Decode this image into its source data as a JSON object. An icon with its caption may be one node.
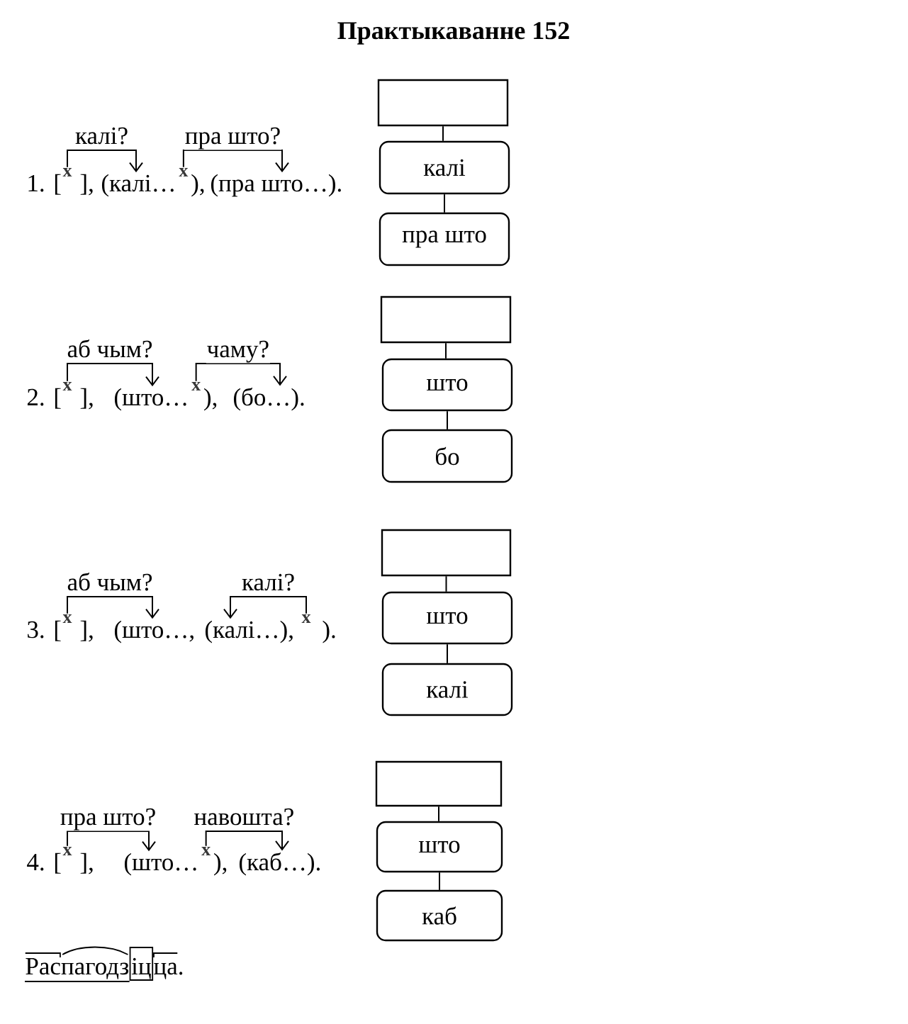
{
  "diagram": {
    "title": "Практыкаванне 152",
    "nodes": [
      {
        "text": [
          "x"
        ]
      },
      {
        "text": [
          "(калі…"
        ]
      },
      {
        "text": [
          "x"
        ]
      },
      {
        "text": [
          "(пра што…)."
        ]
      },
      {
        "text": [],
        "shape": "box"
      },
      {
        "text": [
          "калі"
        ]
      },
      {
        "text": [
          "пра што"
        ]
      },
      {
        "text": [
          "x"
        ]
      },
      {
        "text": [
          "(што…"
        ]
      },
      {
        "text": [
          "x"
        ]
      },
      {
        "text": [
          "(бо…)."
        ]
      },
      {
        "text": [],
        "shape": "box"
      },
      {
        "text": [
          "што"
        ]
      },
      {
        "text": [
          "бо"
        ]
      },
      {
        "text": [
          "x"
        ]
      },
      {
        "text": [
          "(што…,"
        ]
      },
      {
        "text": [
          "(калі…),"
        ]
      },
      {
        "text": [
          "x"
        ]
      },
      {
        "text": [],
        "shape": "box"
      },
      {
        "text": [
          "што"
        ]
      },
      {
        "text": [
          "калі"
        ]
      },
      {
        "text": [
          "x"
        ]
      },
      {
        "text": [
          "(што…"
        ]
      },
      {
        "text": [
          "x"
        ]
      },
      {
        "text": [
          "(каб…)."
        ]
      },
      {
        "text": [],
        "shape": "box"
      },
      {
        "text": [
          "што"
        ]
      },
      {
        "text": [
          "каб"
        ]
      },
      {
        "text": [
          "іц"
        ]
      }
    ],
    "edges": [
      {
        "from": 0,
        "to": 1,
        "arrow": "to",
        "label": "калі?"
      },
      {
        "from": 2,
        "to": 3,
        "arrow": "to",
        "label": "пра што?"
      },
      {
        "from": 4,
        "to": 5,
        "arrow": "none"
      },
      {
        "from": 5,
        "to": 6,
        "arrow": "none"
      },
      {
        "from": 7,
        "to": 8,
        "arrow": "to",
        "label": "аб чым?"
      },
      {
        "from": 9,
        "to": 10,
        "arrow": "to",
        "label": "чаму?"
      },
      {
        "from": 11,
        "to": 12,
        "arrow": "none"
      },
      {
        "from": 12,
        "to": 13,
        "arrow": "none"
      },
      {
        "from": 14,
        "to": 15,
        "arrow": "to",
        "label": "аб чым?"
      },
      {
        "from": 17,
        "to": 16,
        "arrow": "to",
        "label": "калі?"
      },
      {
        "from": 18,
        "to": 19,
        "arrow": "none"
      },
      {
        "from": 19,
        "to": 20,
        "arrow": "none"
      },
      {
        "from": 21,
        "to": 22,
        "arrow": "to",
        "label": "пра што?"
      },
      {
        "from": 23,
        "to": 24,
        "arrow": "to",
        "label": "навошта?"
      },
      {
        "from": 25,
        "to": 26,
        "arrow": "none"
      },
      {
        "from": 26,
        "to": 27,
        "arrow": "none"
      }
    ],
    "labels": [
      "1. [",
      "],",
      "),",
      "2. [",
      "],",
      "),",
      "3. [",
      "],",
      ").",
      "4. [",
      "],",
      "),",
      "Распагодз",
      "ца."
    ]
  }
}
